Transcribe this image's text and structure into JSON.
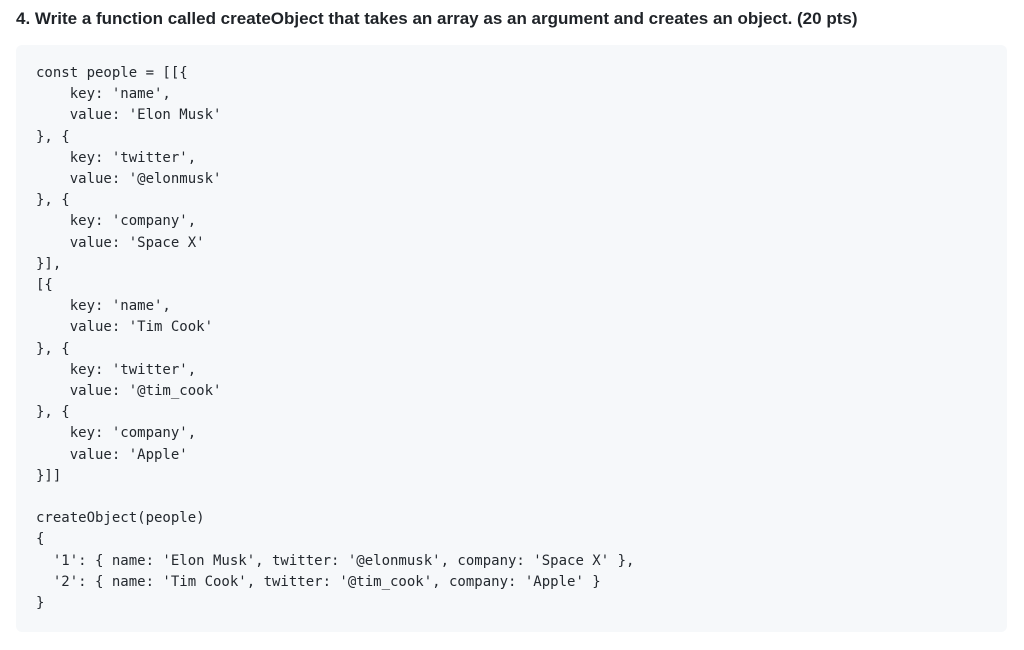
{
  "question": {
    "title": "4. Write a function called createObject that takes an array as an argument and creates an object. (20 pts)"
  },
  "code_block": {
    "language": "javascript",
    "lines": [
      "const people = [[{",
      "    key: 'name',",
      "    value: 'Elon Musk'",
      "}, {",
      "    key: 'twitter',",
      "    value: '@elonmusk'",
      "}, {",
      "    key: 'company',",
      "    value: 'Space X'",
      "}],",
      "[{",
      "    key: 'name',",
      "    value: 'Tim Cook'",
      "}, {",
      "    key: 'twitter',",
      "    value: '@tim_cook'",
      "}, {",
      "    key: 'company',",
      "    value: 'Apple'",
      "}]]",
      "",
      "createObject(people)",
      "{",
      "  '1': { name: 'Elon Musk', twitter: '@elonmusk', company: 'Space X' },",
      "  '2': { name: 'Tim Cook', twitter: '@tim_cook', company: 'Apple' }",
      "}"
    ]
  },
  "colors": {
    "page_background": "#ffffff",
    "code_background": "#f6f8fa",
    "heading_text": "#1f2328",
    "code_text": "#24292f"
  }
}
